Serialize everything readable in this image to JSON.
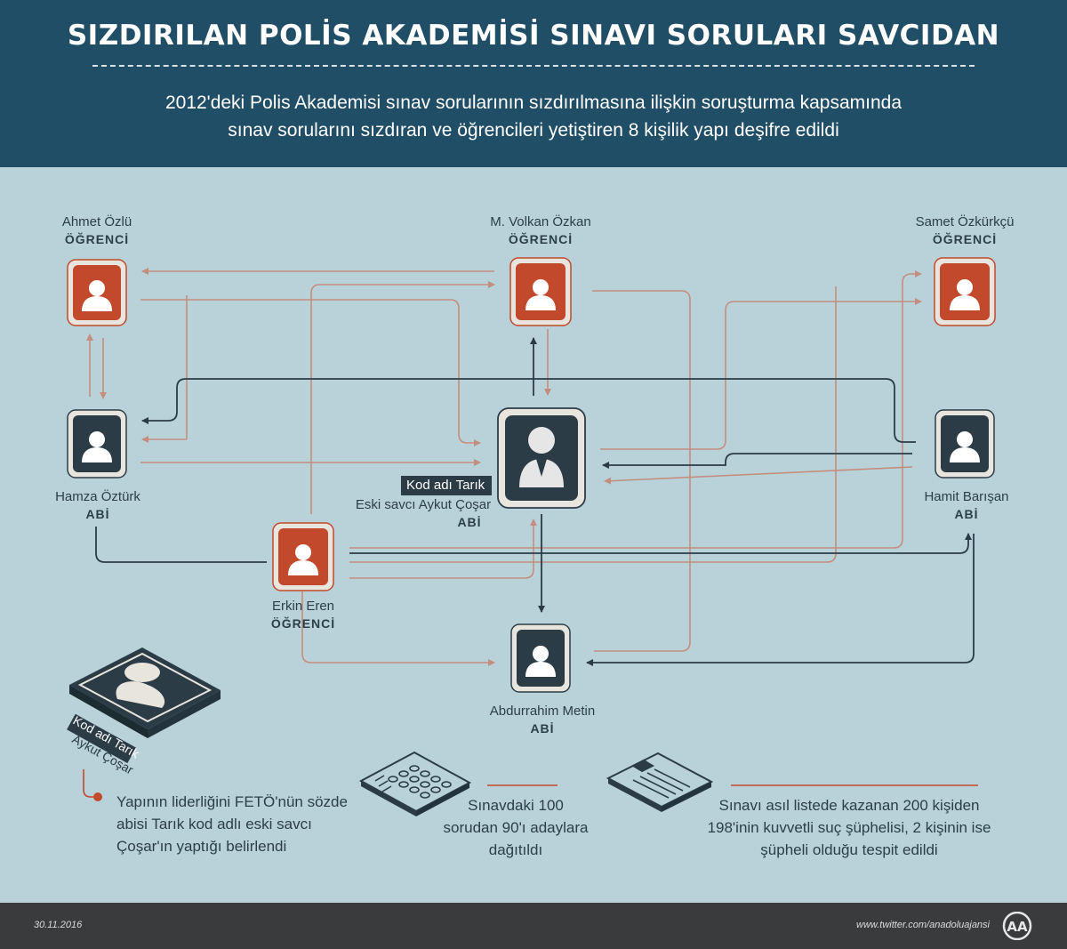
{
  "header": {
    "title": "SIZDIRILAN POLİS AKADEMİSİ SINAVI SORULARI SAVCIDAN",
    "subtitle_line1": "2012'deki Polis Akademisi sınav sorularının sızdırılmasına ilişkin soruşturma kapsamında",
    "subtitle_line2": "sınav sorularını sızdıran ve öğrencileri yetiştiren 8 kişilik yapı deşifre edildi"
  },
  "people": {
    "ahmet": {
      "name": "Ahmet Özlü",
      "role": "ÖĞRENCİ"
    },
    "volkan": {
      "name": "M. Volkan Özkan",
      "role": "ÖĞRENCİ"
    },
    "samet": {
      "name": "Samet Özkürkçü",
      "role": "ÖĞRENCİ"
    },
    "hamza": {
      "name": "Hamza Öztürk",
      "role": "ABİ"
    },
    "hamit": {
      "name": "Hamit Barışan",
      "role": "ABİ"
    },
    "center": {
      "code": "Kod adı Tarık",
      "name": "Eski savcı Aykut Çoşar",
      "role": "ABİ"
    },
    "erkin": {
      "name": "Erkin Eren",
      "role": "ÖĞRENCİ"
    },
    "abdurrahim": {
      "name": "Abdurrahim Metin",
      "role": "ABİ"
    }
  },
  "badge": {
    "line1": "Kod adı Tarık",
    "line2": "Aykut Çoşar"
  },
  "facts": {
    "f1": [
      "Yapının liderliğini FETÖ'nün sözde",
      "abisi Tarık kod adlı eski savcı",
      "Çoşar'ın yaptığı belirlendi"
    ],
    "f2": [
      "Sınavdaki 100",
      "sorudan 90'ı adaylara",
      "dağıtıldı"
    ],
    "f3": [
      "Sınavı asıl listede kazanan 200 kişiden",
      "198'inin kuvvetli suç şüphelisi, 2 kişinin ise",
      "şüpheli olduğu tespit edildi"
    ]
  },
  "footer": {
    "date": "30.11.2016",
    "twitter": "www.twitter.com/anadoluajansi",
    "logo": "AA"
  },
  "colors": {
    "header": "#1f4e66",
    "background": "#b9d2da",
    "student": "#c2492b",
    "abi": "#2b3c47",
    "line_light": "#c48e7f",
    "line_dark": "#2b3c47"
  }
}
